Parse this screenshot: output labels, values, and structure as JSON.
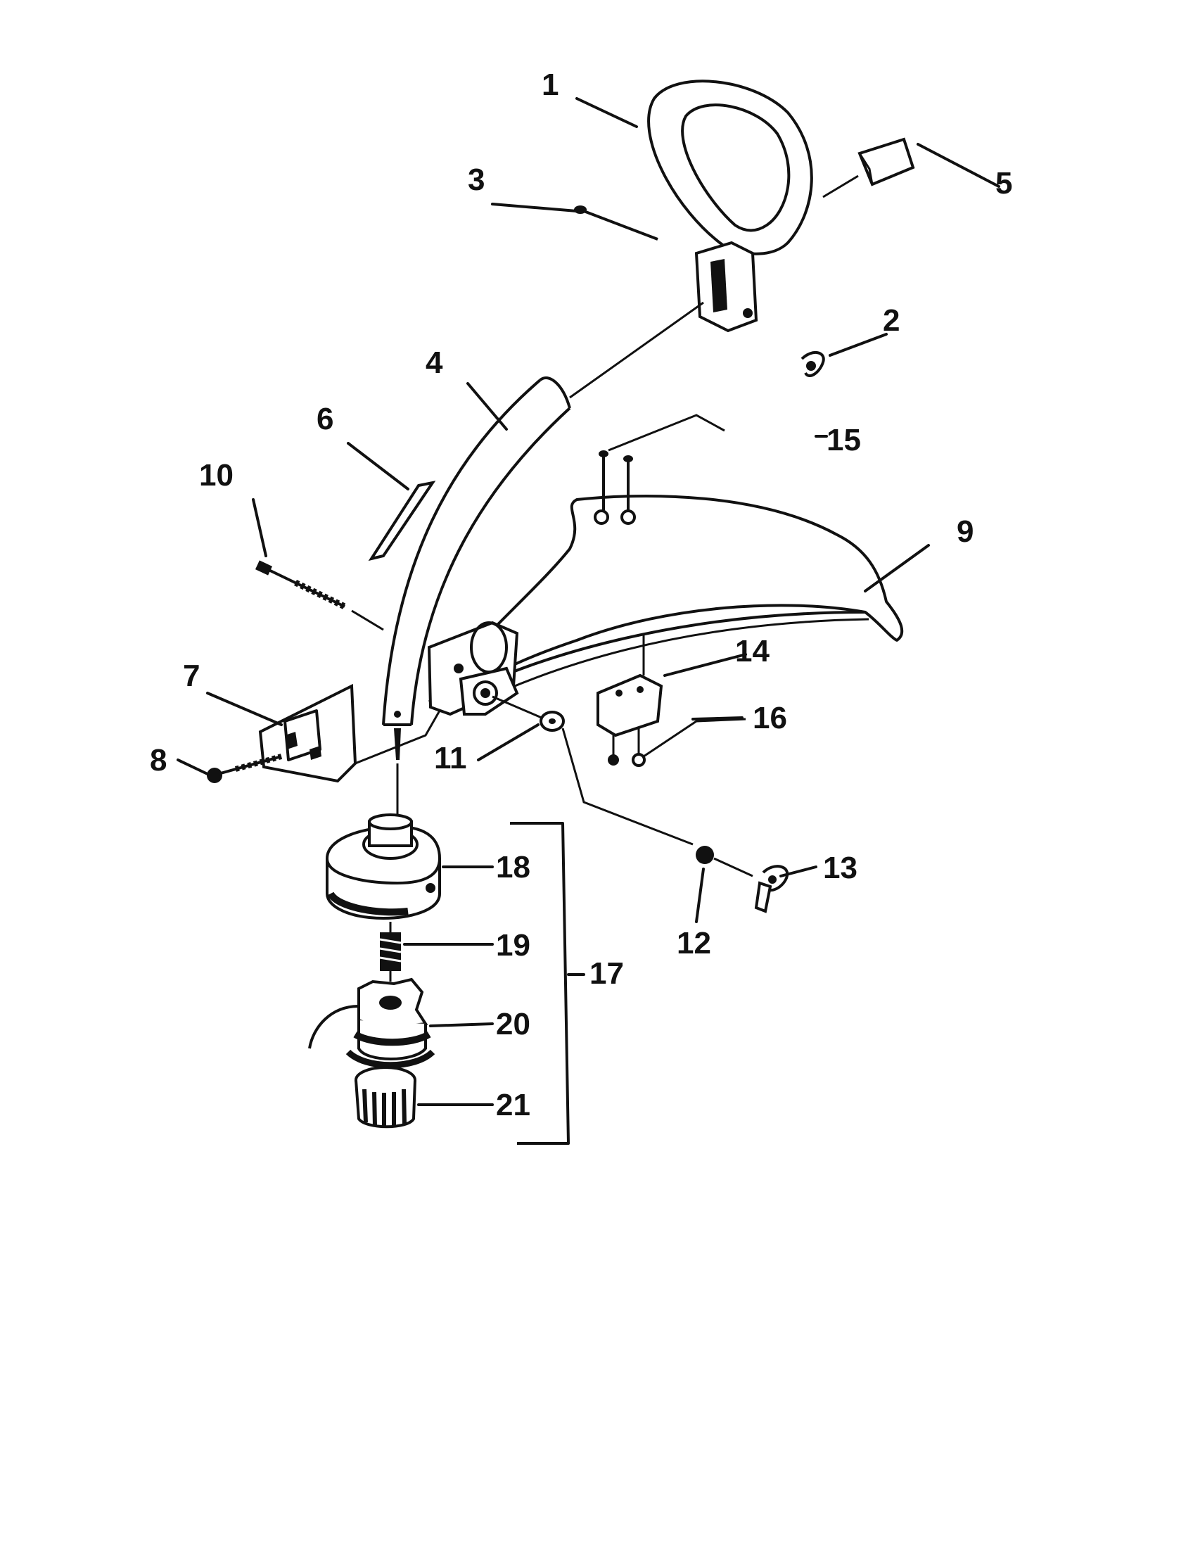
{
  "diagram": {
    "callouts": {
      "c1": "1",
      "c2": "2",
      "c3": "3",
      "c4": "4",
      "c5": "5",
      "c6": "6",
      "c7": "7",
      "c8": "8",
      "c9": "9",
      "c10": "10",
      "c11": "11",
      "c12": "12",
      "c13": "13",
      "c14": "14",
      "c15": "15",
      "c16": "16",
      "c17": "17",
      "c18": "18",
      "c19": "19",
      "c20": "20",
      "c21": "21"
    },
    "colors": {
      "ink": "#111111",
      "background": "#ffffff"
    }
  }
}
